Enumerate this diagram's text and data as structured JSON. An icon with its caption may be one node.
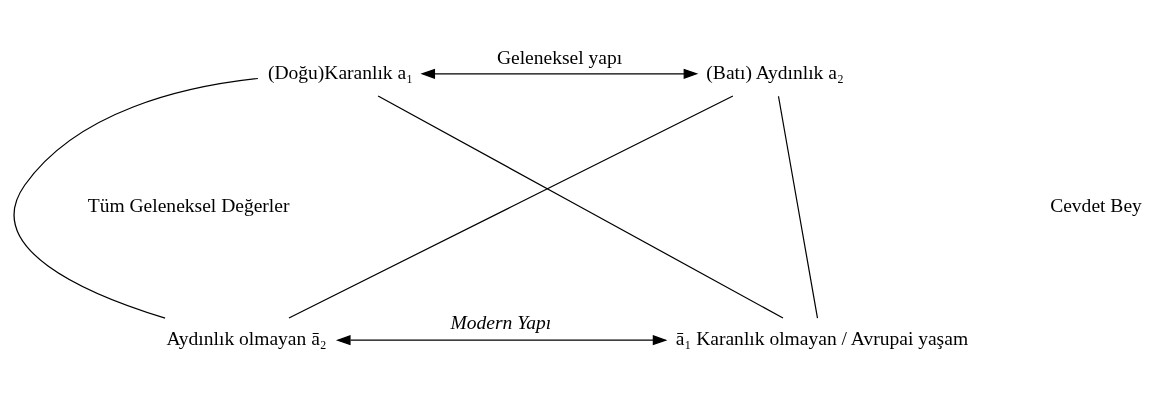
{
  "diagram": {
    "nodes": [
      {
        "text": [
          "(Doğu)Karanlık a₁"
        ]
      },
      {
        "text": [
          "(Batı) Aydınlık a₂"
        ]
      },
      {
        "text": [
          "Aydınlık olmayan ā₂"
        ]
      },
      {
        "text": [
          "ā₁ Karanlık olmayan / Avrupai yaşam"
        ]
      }
    ],
    "edges": [
      {
        "from": 0,
        "to": 1,
        "arrow": "both",
        "label": "Geleneksel yapı"
      },
      {
        "from": 0,
        "to": 2,
        "arrow": "none"
      },
      {
        "from": 1,
        "to": 3,
        "arrow": "none"
      },
      {
        "from": 0,
        "to": 3,
        "arrow": "none"
      },
      {
        "from": 1,
        "to": 2,
        "arrow": "none"
      },
      {
        "from": 2,
        "to": 3,
        "arrow": "both",
        "label": "Modern Yapı"
      }
    ],
    "labels": [
      "Tüm Geleneksel Değerler",
      "Cevdet Bey"
    ]
  }
}
